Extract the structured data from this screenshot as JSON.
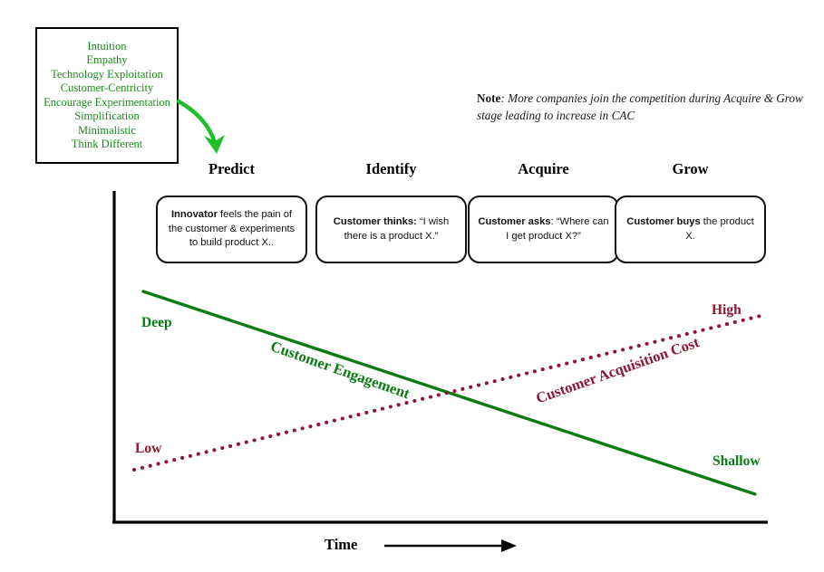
{
  "principles": {
    "items": [
      "Intuition",
      "Empathy",
      "Technology Exploitation",
      "Customer-Centricity",
      "Encourage Experimentation",
      "Simplification",
      "Minimalistic",
      "Think Different"
    ],
    "color": "#1a8c1a"
  },
  "note": {
    "label": "Note",
    "separator": ": ",
    "text": "More companies join the competition during Acquire & Grow stage leading to increase in CAC"
  },
  "stages": [
    {
      "title": "Predict",
      "actor": "Innovator",
      "body": " feels the pain of the customer & experiments to build product X.."
    },
    {
      "title": "Identify",
      "actor": "Customer thinks:",
      "body": " “I wish there is a product X.”"
    },
    {
      "title": "Acquire",
      "actor": "Customer asks",
      "body": ": “Where can I get product X?”"
    },
    {
      "title": "Grow",
      "actor": "Customer buys",
      "body": " the product X."
    }
  ],
  "chart_data": {
    "type": "line",
    "title": "",
    "xlabel": "Time",
    "ylabel": "",
    "grid": false,
    "legend": "inline-labels",
    "x_axis_arrow": true,
    "series": [
      {
        "name": "Customer Engagement",
        "color": "#0a7a12",
        "style": "solid",
        "start_label": "Deep",
        "end_label": "Shallow",
        "x": [
          0,
          1
        ],
        "values": [
          1.0,
          0.0
        ],
        "trend": "decreasing"
      },
      {
        "name": "Customer Acquisition Cost",
        "color": "#8d1733",
        "style": "dotted",
        "start_label": "Low",
        "end_label": "High",
        "x": [
          0,
          1
        ],
        "values": [
          0.0,
          1.0
        ],
        "trend": "increasing"
      }
    ]
  },
  "labels": {
    "deep": "Deep",
    "shallow": "Shallow",
    "low": "Low",
    "high": "High",
    "engagement": "Customer Engagement",
    "cac": "Customer Acquisition Cost",
    "time": "Time"
  },
  "colors": {
    "green_bright": "#1a8c1a",
    "green_dark": "#0a7a12",
    "maroon": "#8d1733",
    "axis": "#000000"
  }
}
